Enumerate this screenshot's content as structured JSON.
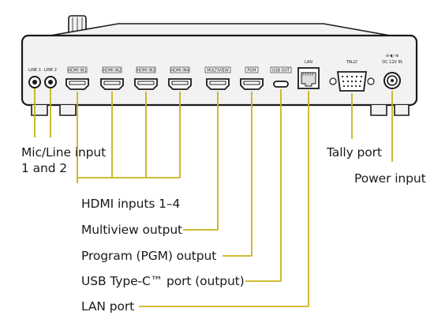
{
  "device": {
    "port_labels": {
      "line1": "LINE 1",
      "line2": "LINE 2",
      "hdmi_in1": "HDMI IN1",
      "hdmi_in2": "HDMI IN2",
      "hdmi_in3": "HDMI IN3",
      "hdmi_in4": "HDMI IN4",
      "multiview": "MULTIVIEW",
      "pgm": "PGM",
      "usb_out": "USB OUT",
      "lan": "LAN",
      "tally": "TALLY",
      "dc_in": "DC 12V IN"
    },
    "colors": {
      "chassis_fill": "#f2f2f2",
      "chassis_stroke": "#1a1a1a",
      "leader_line": "#c9b21a",
      "text": "#1a1a1a"
    }
  },
  "callouts": {
    "mic_line_line1": "Mic/Line input",
    "mic_line_line2": "1 and 2",
    "tally": "Tally port",
    "power": "Power input",
    "hdmi_inputs": "HDMI inputs 1–4",
    "multiview": "Multiview output",
    "program": "Program (PGM) output",
    "usb": "USB Type-C™ port (output)",
    "lan": "LAN port"
  }
}
